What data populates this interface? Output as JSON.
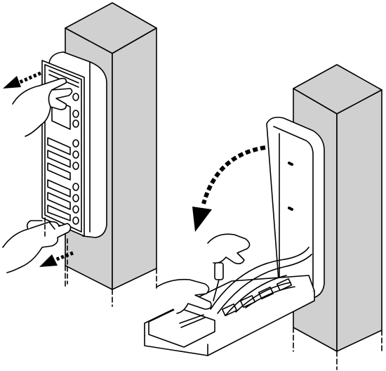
{
  "figure": {
    "panels": [
      {
        "step": "remove-front-panel",
        "arrows": [
          "pull-out-top",
          "pull-out-bottom"
        ]
      },
      {
        "step": "open-and-wire-housing",
        "arrows": [
          "curved-fold-down"
        ]
      }
    ],
    "colors": {
      "line": "#000000",
      "pillar": "#d0d0d0",
      "paper": "#ffffff",
      "arrow": "#000000"
    },
    "icons": [
      "hand-icon",
      "screwdriver-icon",
      "arrow-icon"
    ]
  }
}
